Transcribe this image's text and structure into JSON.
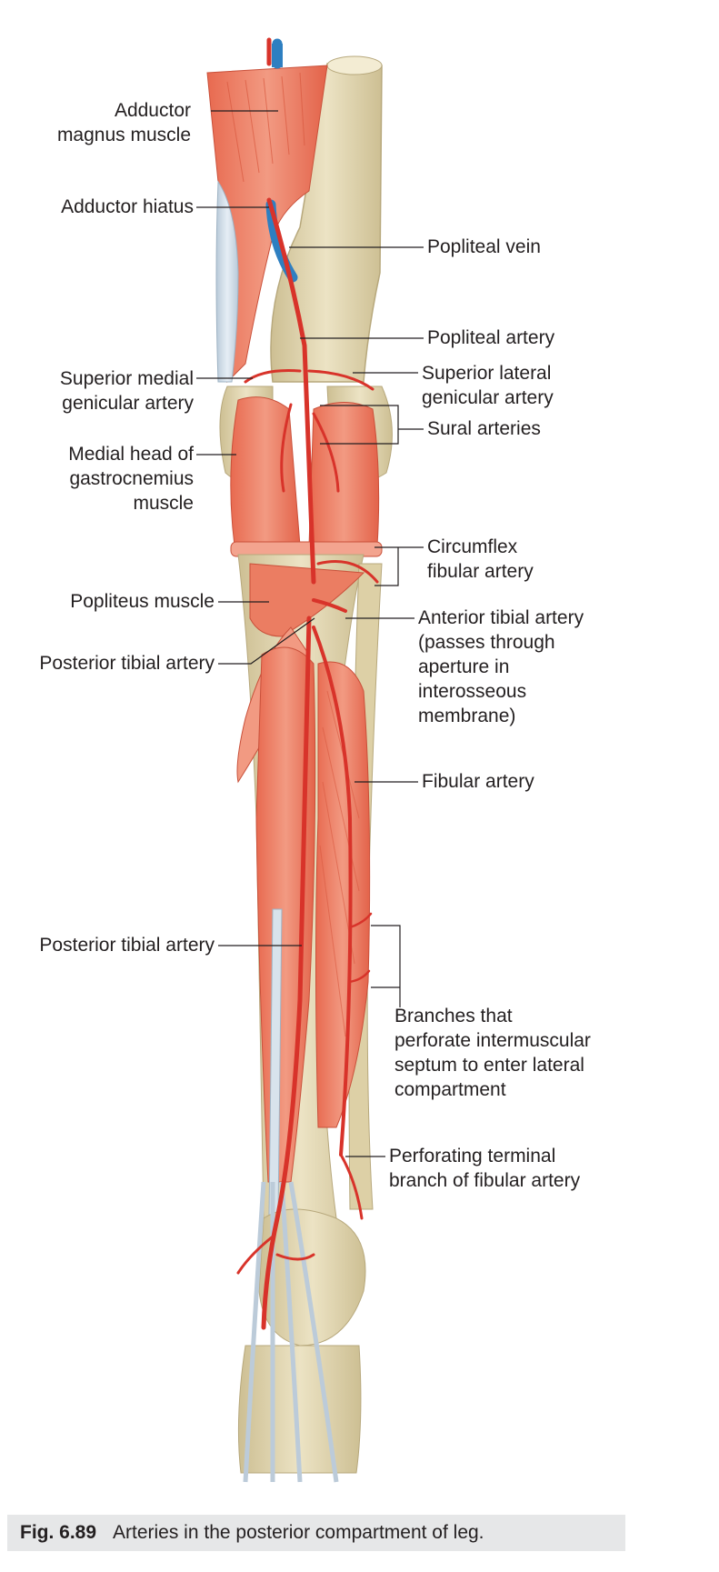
{
  "figure": {
    "number": "Fig. 6.89",
    "caption": "Arteries in the posterior compartment of leg."
  },
  "labels": {
    "adductor_magnus": "Adductor\nmagnus muscle",
    "adductor_hiatus": "Adductor hiatus",
    "popliteal_vein": "Popliteal vein",
    "popliteal_artery": "Popliteal artery",
    "superior_medial_genicular": "Superior medial\ngenicular artery",
    "superior_lateral_genicular": "Superior lateral\ngenicular artery",
    "sural_arteries": "Sural arteries",
    "medial_head_gastrocnemius": "Medial head of\ngastrocnemius\nmuscle",
    "circumflex_fibular": "Circumflex\nfibular artery",
    "popliteus_muscle": "Popliteus muscle",
    "anterior_tibial": "Anterior tibial artery\n(passes through\naperture in\ninterosseous\nmembrane)",
    "posterior_tibial_upper": "Posterior tibial artery",
    "fibular_artery": "Fibular artery",
    "posterior_tibial_lower": "Posterior tibial artery",
    "perforating_branches": "Branches that\nperforate intermuscular\nseptum to enter lateral\ncompartment",
    "perforating_terminal": "Perforating terminal\nbranch of fibular artery"
  },
  "colors": {
    "artery": "#d8332a",
    "vein": "#2e7fc1",
    "muscle": "#ee7b62",
    "muscle_light": "#f3a48f",
    "bone": "#e7dcb8",
    "bone_shade": "#cdbf93",
    "tendon": "#cfdbe6",
    "leader": "#231f20"
  }
}
